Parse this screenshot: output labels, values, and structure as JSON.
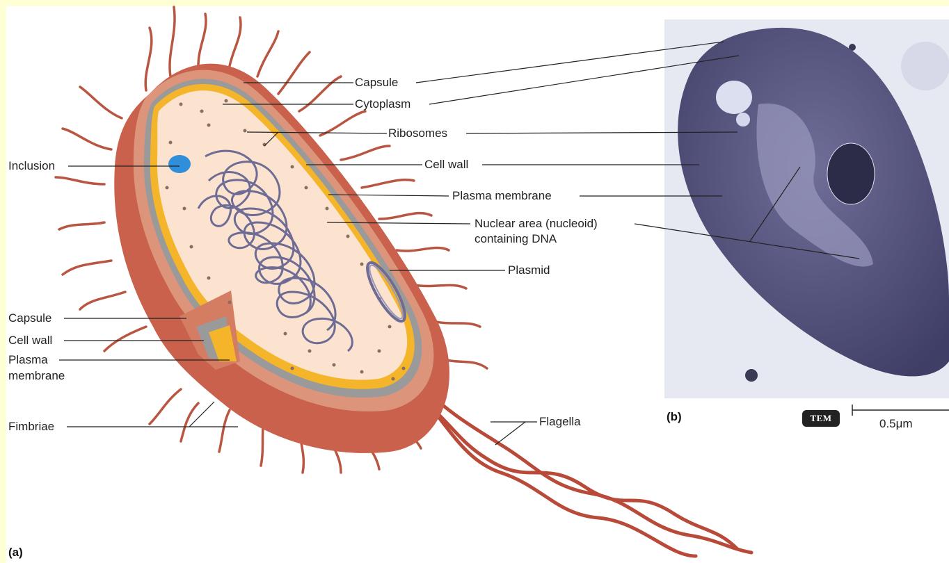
{
  "panels": {
    "a": "(a)",
    "b": "(b)"
  },
  "labels": {
    "capsule_top": "Capsule",
    "cytoplasm": "Cytoplasm",
    "ribosomes": "Ribosomes",
    "inclusion": "Inclusion",
    "cell_wall_top": "Cell wall",
    "plasma_membrane_top": "Plasma membrane",
    "nuclear_area_line1": "Nuclear area (nucleoid)",
    "nuclear_area_line2": "containing DNA",
    "plasmid": "Plasmid",
    "capsule_left": "Capsule",
    "cell_wall_left": "Cell wall",
    "plasma_left_line1": "Plasma",
    "plasma_left_line2": "membrane",
    "fimbriae": "Fimbriae",
    "flagella": "Flagella"
  },
  "micrograph": {
    "badge": "TEM",
    "scale": "0.5μm"
  },
  "colors": {
    "frame": "#ffffd5",
    "capsule": "#d98a6a",
    "wall": "#9a9a9a",
    "membrane": "#f5b52a",
    "cytoplasm": "#fbe3cf",
    "dna": "#7c7aa0",
    "flagella": "#b94a3a",
    "micrograph": "#4e4d7a"
  }
}
